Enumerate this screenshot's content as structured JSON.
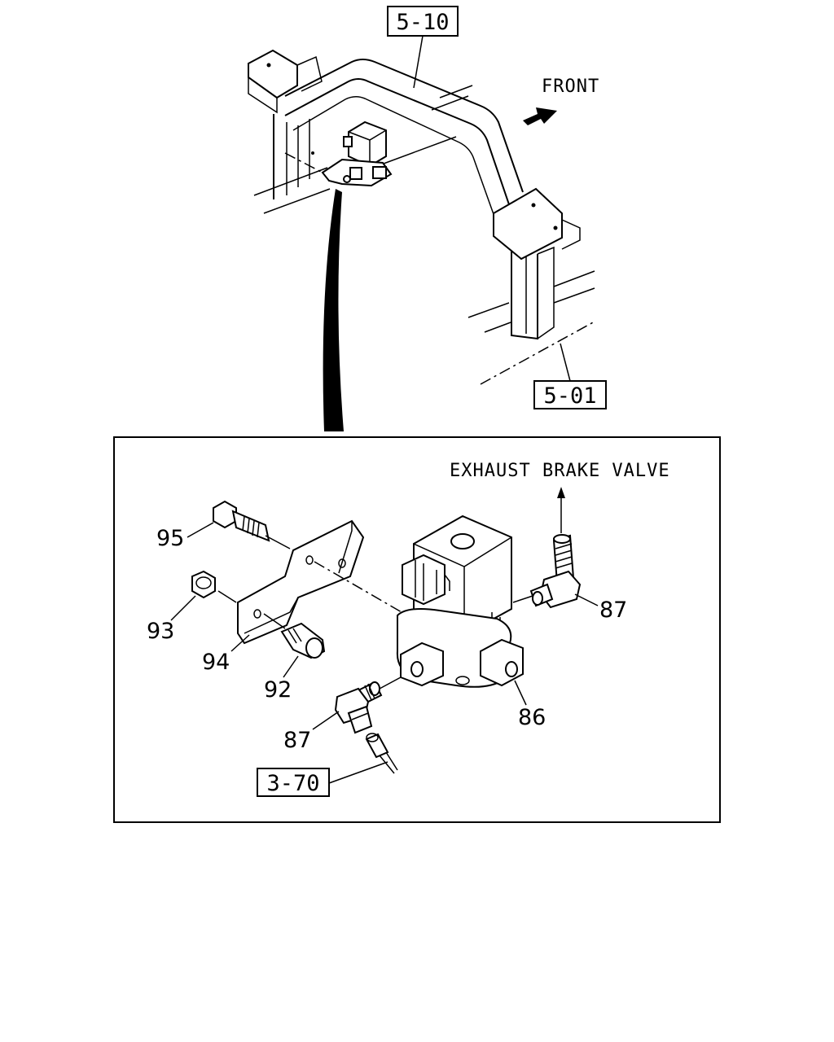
{
  "refs": {
    "top": "5-10",
    "frame": "5-01",
    "pipe": "3-70"
  },
  "labels": {
    "front": "FRONT",
    "exhaust_brake_valve": "EXHAUST BRAKE VALVE"
  },
  "parts": {
    "p95": "95",
    "p93": "93",
    "p94": "94",
    "p92": "92",
    "p87_right": "87",
    "p87_left": "87",
    "p86": "86"
  }
}
